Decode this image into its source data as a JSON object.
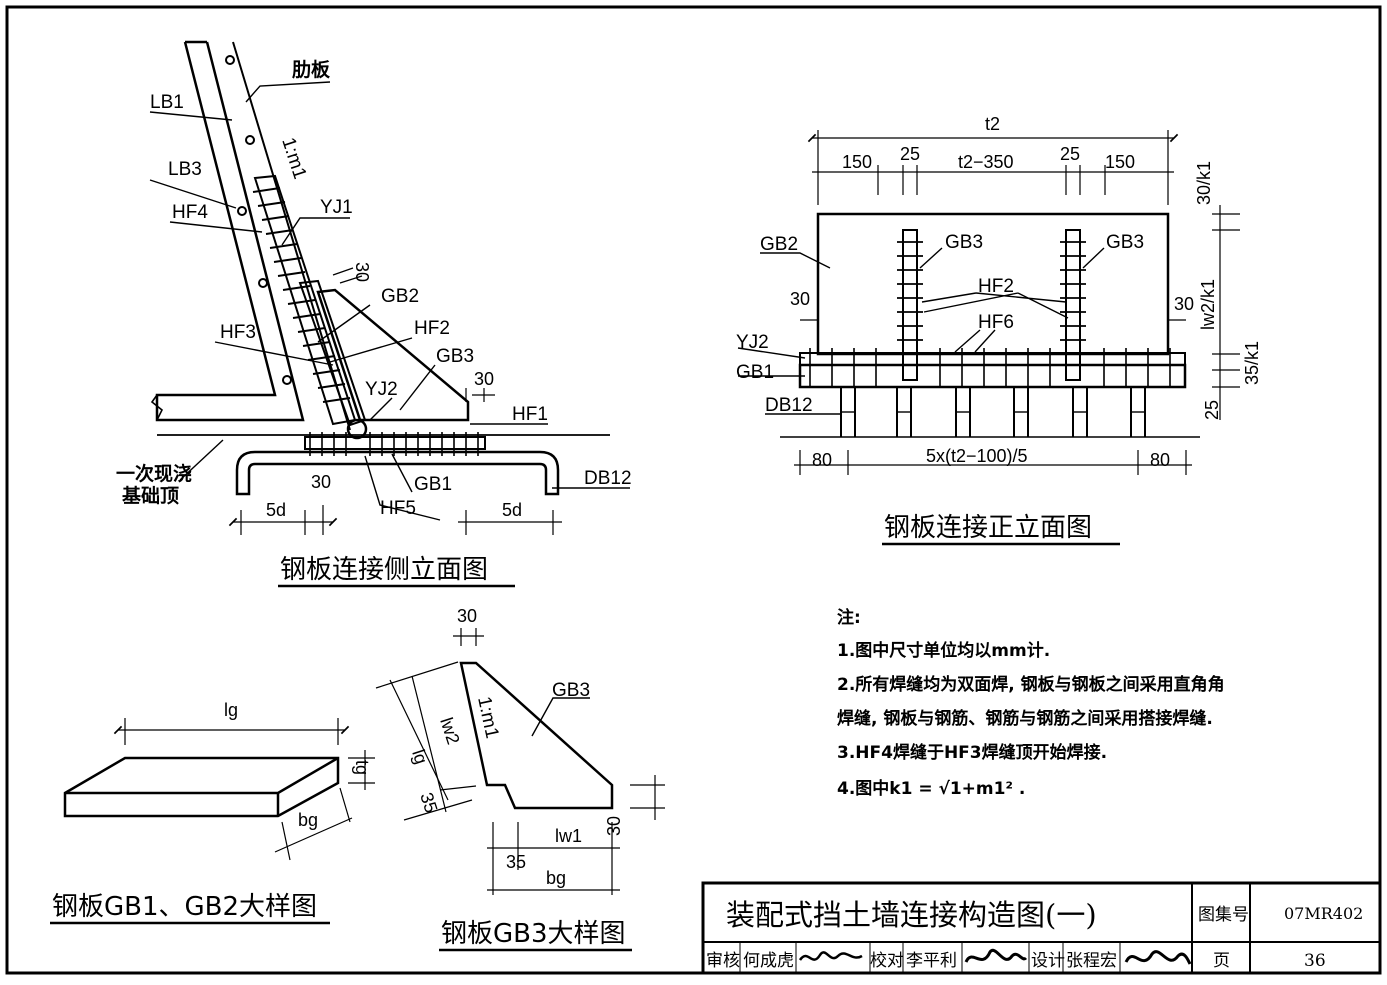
{
  "side_elevation": {
    "caption": "钢板连接侧立面图",
    "labels": {
      "rib_plate": "肋板",
      "lb1": "LB1",
      "lb3": "LB3",
      "hf4": "HF4",
      "slope": "1:m1",
      "yj1": "YJ1",
      "gb2": "GB2",
      "hf2": "HF2",
      "hf3": "HF3",
      "gb3": "GB3",
      "yj2": "YJ2",
      "hf1": "HF1",
      "gb1": "GB1",
      "hf5": "HF5",
      "db12": "DB12",
      "foundation_line1": "一次现浇",
      "foundation_line2": "基础顶"
    },
    "dims": {
      "d30_top": "30",
      "d30_right": "30",
      "d30_bottom": "30",
      "d5d_left": "5d",
      "d5d_right": "5d"
    }
  },
  "front_elevation": {
    "caption": "钢板连接正立面图",
    "labels": {
      "gb2": "GB2",
      "gb3_left": "GB3",
      "gb3_right": "GB3",
      "hf2": "HF2",
      "hf6": "HF6",
      "yj2": "YJ2",
      "gb1": "GB1",
      "db12": "DB12"
    },
    "dims": {
      "t2": "t2",
      "d150_left": "150",
      "d25_left": "25",
      "t2_350": "t2−350",
      "d25_right": "25",
      "d150_right": "150",
      "d30_k1": "30/k1",
      "lw2_k1": "lw2/k1",
      "d35_k1": "35/k1",
      "d25_v": "25",
      "d30_left": "30",
      "d30_right": "30",
      "d80_left": "80",
      "spacing": "5x(t2−100)/5",
      "d80_right": "80"
    }
  },
  "gb1_gb2_detail": {
    "caption": "钢板GB1、GB2大样图",
    "dims": {
      "lg": "lg",
      "tg": "tg",
      "bg": "bg"
    }
  },
  "gb3_detail": {
    "caption": "钢板GB3大样图",
    "labels": {
      "gb3": "GB3",
      "slope": "1:m1"
    },
    "dims": {
      "d30_top": "30",
      "lw2": "lw2",
      "lg": "lg",
      "d35_v": "35",
      "lw1": "lw1",
      "d35_h": "35",
      "bg": "bg",
      "d30_right": "30"
    }
  },
  "notes": {
    "title": "注:",
    "items": [
      "1.图中尺寸单位均以mm计.",
      "2.所有焊缝均为双面焊, 钢板与钢板之间采用直角角",
      "焊缝, 钢板与钢筋、钢筋与钢筋之间采用搭接焊缝.",
      "3.HF4焊缝于HF3焊缝顶开始焊接.",
      "4.图中k1 = √1+m1² ."
    ]
  },
  "title_block": {
    "title": "装配式挡土墙连接构造图(一)",
    "atlas_label": "图集号",
    "atlas_no": "07MR402",
    "reviewer_label": "审核",
    "reviewer": "何成虎",
    "checker_label": "校对",
    "checker": "李平利",
    "designer_label": "设计",
    "designer": "张程宏",
    "page_label": "页",
    "page_no": "36"
  }
}
